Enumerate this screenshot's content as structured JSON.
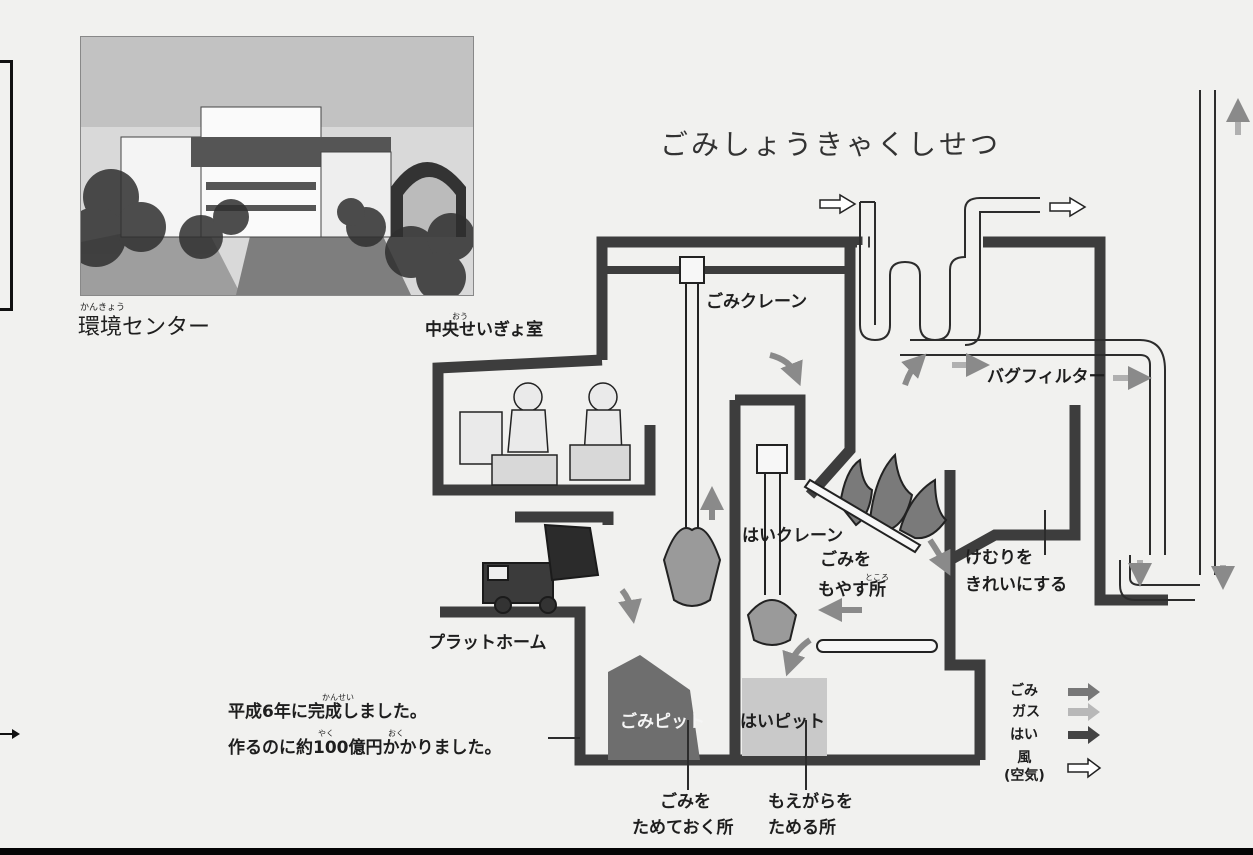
{
  "title": "ごみしょうきゃくしせつ",
  "photo_caption": "環境センター",
  "photo_caption_ruby": "かんきょう",
  "labels": {
    "control_room": "中央せいぎょ室",
    "control_room_ruby": "おう",
    "garbage_crane": "ごみクレーン",
    "bag_filter": "バグフィルター",
    "ash_crane": "はいクレーン",
    "burn_place_1": "ごみを",
    "burn_place_2": "もやす所",
    "burn_place_ruby": "ところ",
    "clean_smoke_1": "けむりを",
    "clean_smoke_2": "きれいにする",
    "platform": "プラットホーム",
    "garbage_pit": "ごみピット",
    "ash_pit": "はいピット",
    "garbage_store_1": "ごみを",
    "garbage_store_2": "ためておく所",
    "ash_store_1": "もえがらを",
    "ash_store_2": "ためる所"
  },
  "note": {
    "line1": "平成6年に完成しました。",
    "line1_ruby": "かんせい",
    "line2": "作るのに約100億円かかりました。",
    "line2_ruby_1": "やく",
    "line2_ruby_2": "おく"
  },
  "legend": [
    {
      "label": "ごみ",
      "color": "#777777"
    },
    {
      "label": "ガス",
      "color": "#b8b8b8"
    },
    {
      "label": "はい",
      "color": "#444444"
    },
    {
      "label": "風\n(空気)",
      "color": "outline"
    }
  ]
}
